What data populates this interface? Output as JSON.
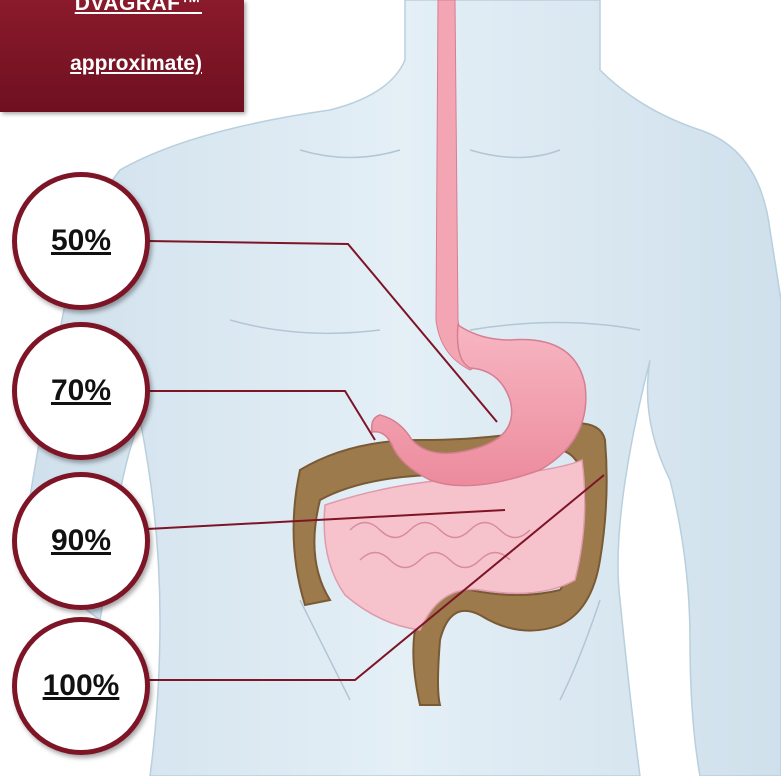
{
  "title": {
    "line1": "DVAGRAF™",
    "line2": "approximate)"
  },
  "labels": [
    {
      "id": "stomach",
      "text": "50%"
    },
    {
      "id": "duodenum",
      "text": "70%"
    },
    {
      "id": "small-intestine",
      "text": "90%"
    },
    {
      "id": "colon",
      "text": "100%"
    }
  ],
  "colors": {
    "accent": "#7d1526",
    "body": "#dceaf3",
    "stomach": "#f4a3b1",
    "intestine": "#f6c3cc",
    "colon": "#9c7a4c"
  }
}
